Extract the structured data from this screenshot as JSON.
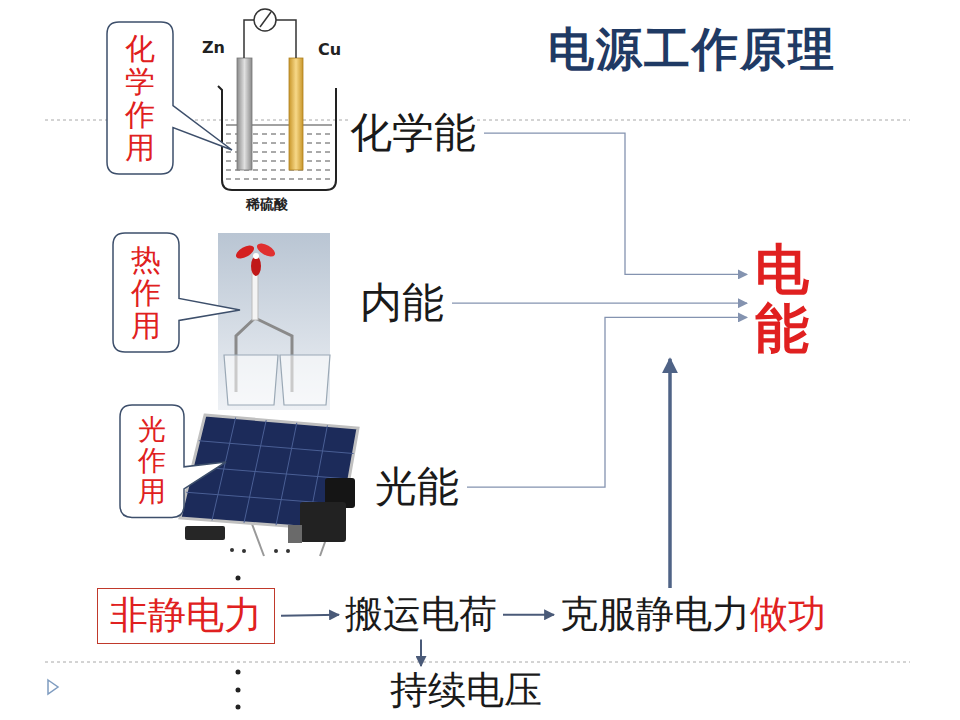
{
  "diagram": {
    "title": "电源工作原理",
    "nodes": [
      {
        "text": [
          "化学作用"
        ]
      },
      {
        "text": [
          "化学能"
        ]
      },
      {
        "text": [
          "热作用"
        ]
      },
      {
        "text": [
          "内能"
        ]
      },
      {
        "text": [
          "光作用"
        ]
      },
      {
        "text": [
          "光能"
        ]
      },
      {
        "text": [
          "电能"
        ]
      },
      {
        "text": [
          "非静电力"
        ]
      },
      {
        "text": [
          "搬运电荷"
        ]
      },
      {
        "text": [
          "克服静电力",
          "做功"
        ]
      },
      {
        "text": [
          "持续电压"
        ]
      }
    ],
    "edges": [
      {
        "from": 1,
        "to": 6,
        "arrow": "to"
      },
      {
        "from": 3,
        "to": 6,
        "arrow": "to"
      },
      {
        "from": 5,
        "to": 6,
        "arrow": "to"
      },
      {
        "from": 7,
        "to": 8,
        "arrow": "to"
      },
      {
        "from": 8,
        "to": 9,
        "arrow": "to"
      },
      {
        "from": 8,
        "to": 10,
        "arrow": "to"
      },
      {
        "from": 9,
        "to": 6,
        "arrow": "to"
      }
    ],
    "labels": [
      "Zn",
      "Cu",
      "稀硫酸"
    ]
  }
}
